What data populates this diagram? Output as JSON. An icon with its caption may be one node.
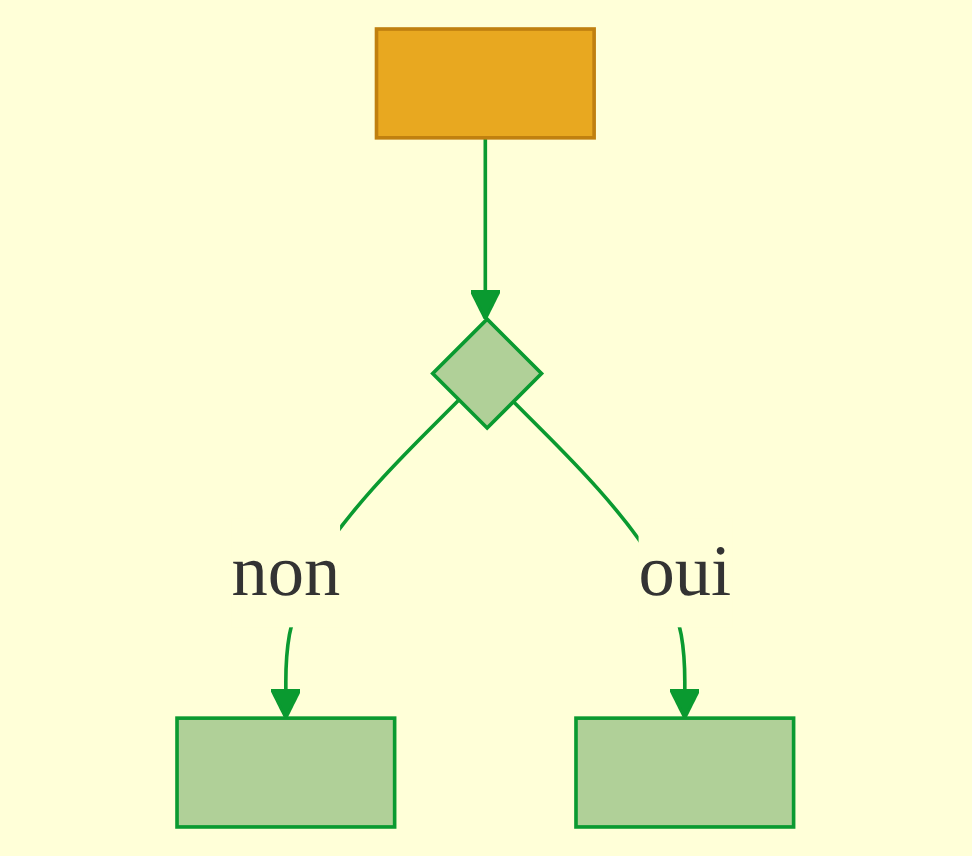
{
  "diagram": {
    "nodes": [
      {
        "text": [],
        "shape": "box"
      },
      {
        "text": [],
        "shape": "diamond"
      },
      {
        "text": [],
        "shape": "box"
      },
      {
        "text": [],
        "shape": "box"
      }
    ],
    "edges": [
      {
        "from": 0,
        "to": 1,
        "arrow": "to"
      },
      {
        "from": 1,
        "to": 2,
        "label": "non",
        "arrow": "to"
      },
      {
        "from": 1,
        "to": 3,
        "label": "oui",
        "arrow": "to"
      }
    ]
  }
}
